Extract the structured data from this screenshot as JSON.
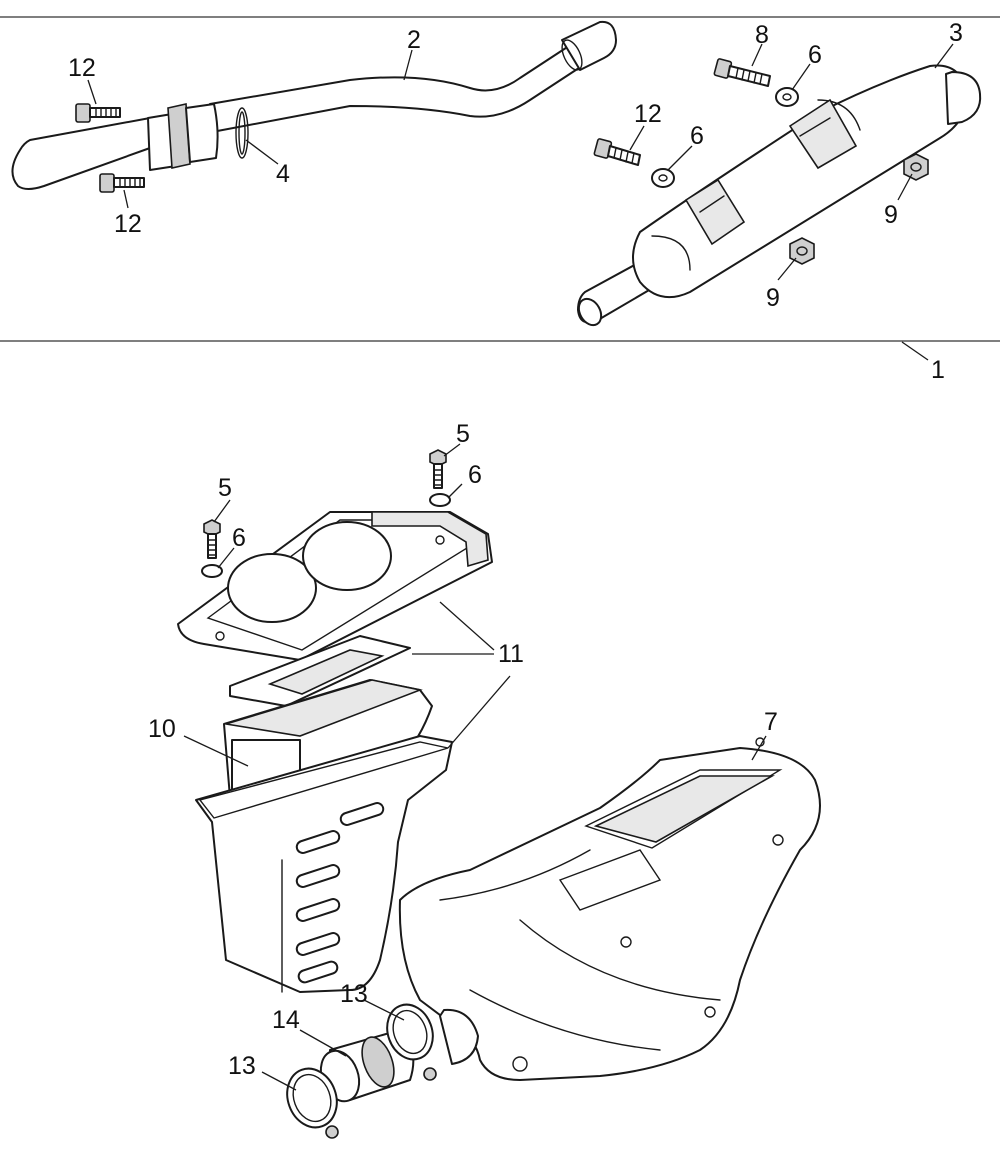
{
  "diagram": {
    "type": "exploded-parts-diagram",
    "labels": [
      {
        "id": "1",
        "text": "1"
      },
      {
        "id": "2",
        "text": "2"
      },
      {
        "id": "3",
        "text": "3"
      },
      {
        "id": "4",
        "text": "4"
      },
      {
        "id": "5a",
        "text": "5"
      },
      {
        "id": "5b",
        "text": "5"
      },
      {
        "id": "6a",
        "text": "6"
      },
      {
        "id": "6b",
        "text": "6"
      },
      {
        "id": "6c",
        "text": "6"
      },
      {
        "id": "6d",
        "text": "6"
      },
      {
        "id": "7",
        "text": "7"
      },
      {
        "id": "8",
        "text": "8"
      },
      {
        "id": "9a",
        "text": "9"
      },
      {
        "id": "9b",
        "text": "9"
      },
      {
        "id": "10",
        "text": "10"
      },
      {
        "id": "11",
        "text": "11"
      },
      {
        "id": "12a",
        "text": "12"
      },
      {
        "id": "12b",
        "text": "12"
      },
      {
        "id": "12c",
        "text": "12"
      },
      {
        "id": "13a",
        "text": "13"
      },
      {
        "id": "13b",
        "text": "13"
      },
      {
        "id": "14",
        "text": "14"
      }
    ]
  }
}
